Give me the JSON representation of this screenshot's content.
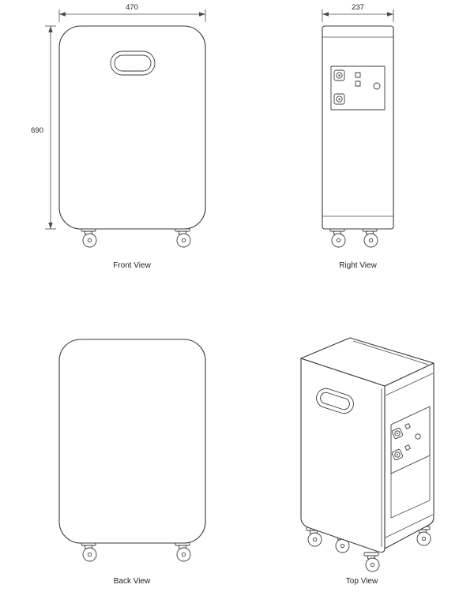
{
  "drawing": {
    "front_view": {
      "label": "Front View",
      "width_dim": "470",
      "height_dim": "690"
    },
    "right_view": {
      "label": "Right View",
      "depth_dim": "237"
    },
    "back_view": {
      "label": "Back View"
    },
    "top_view": {
      "label": "Top View"
    }
  },
  "colors": {
    "line": "#3a3a3a",
    "text": "#1f1f1f",
    "background": "#ffffff"
  }
}
